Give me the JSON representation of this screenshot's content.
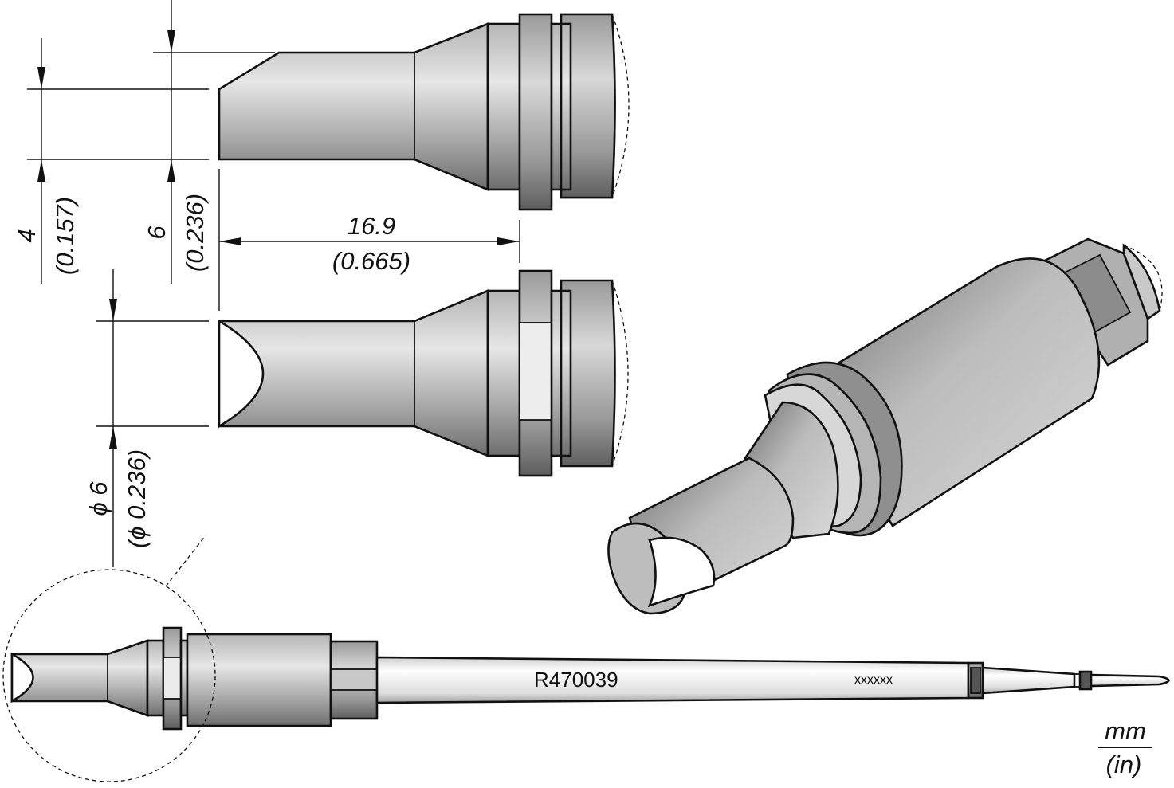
{
  "dimensions": {
    "tip_thickness": {
      "mm": "4",
      "in": "(0.157)"
    },
    "tip_width": {
      "mm": "6",
      "in": "(0.236)"
    },
    "tip_length": {
      "mm": "16.9",
      "in": "(0.665)"
    },
    "tip_diameter": {
      "mm": "ϕ 6",
      "in": "(ϕ 0.236)"
    }
  },
  "cartridge": {
    "part_number": "R470039",
    "code_mark": "xxxxxx"
  },
  "units": {
    "metric": "mm",
    "imperial": "(in)"
  },
  "colors": {
    "outline": "#111111",
    "metal_light": "#d4d4d4",
    "metal_mid": "#9e9e9e",
    "metal_dark": "#6a6a6a",
    "face": "#ffffff"
  }
}
